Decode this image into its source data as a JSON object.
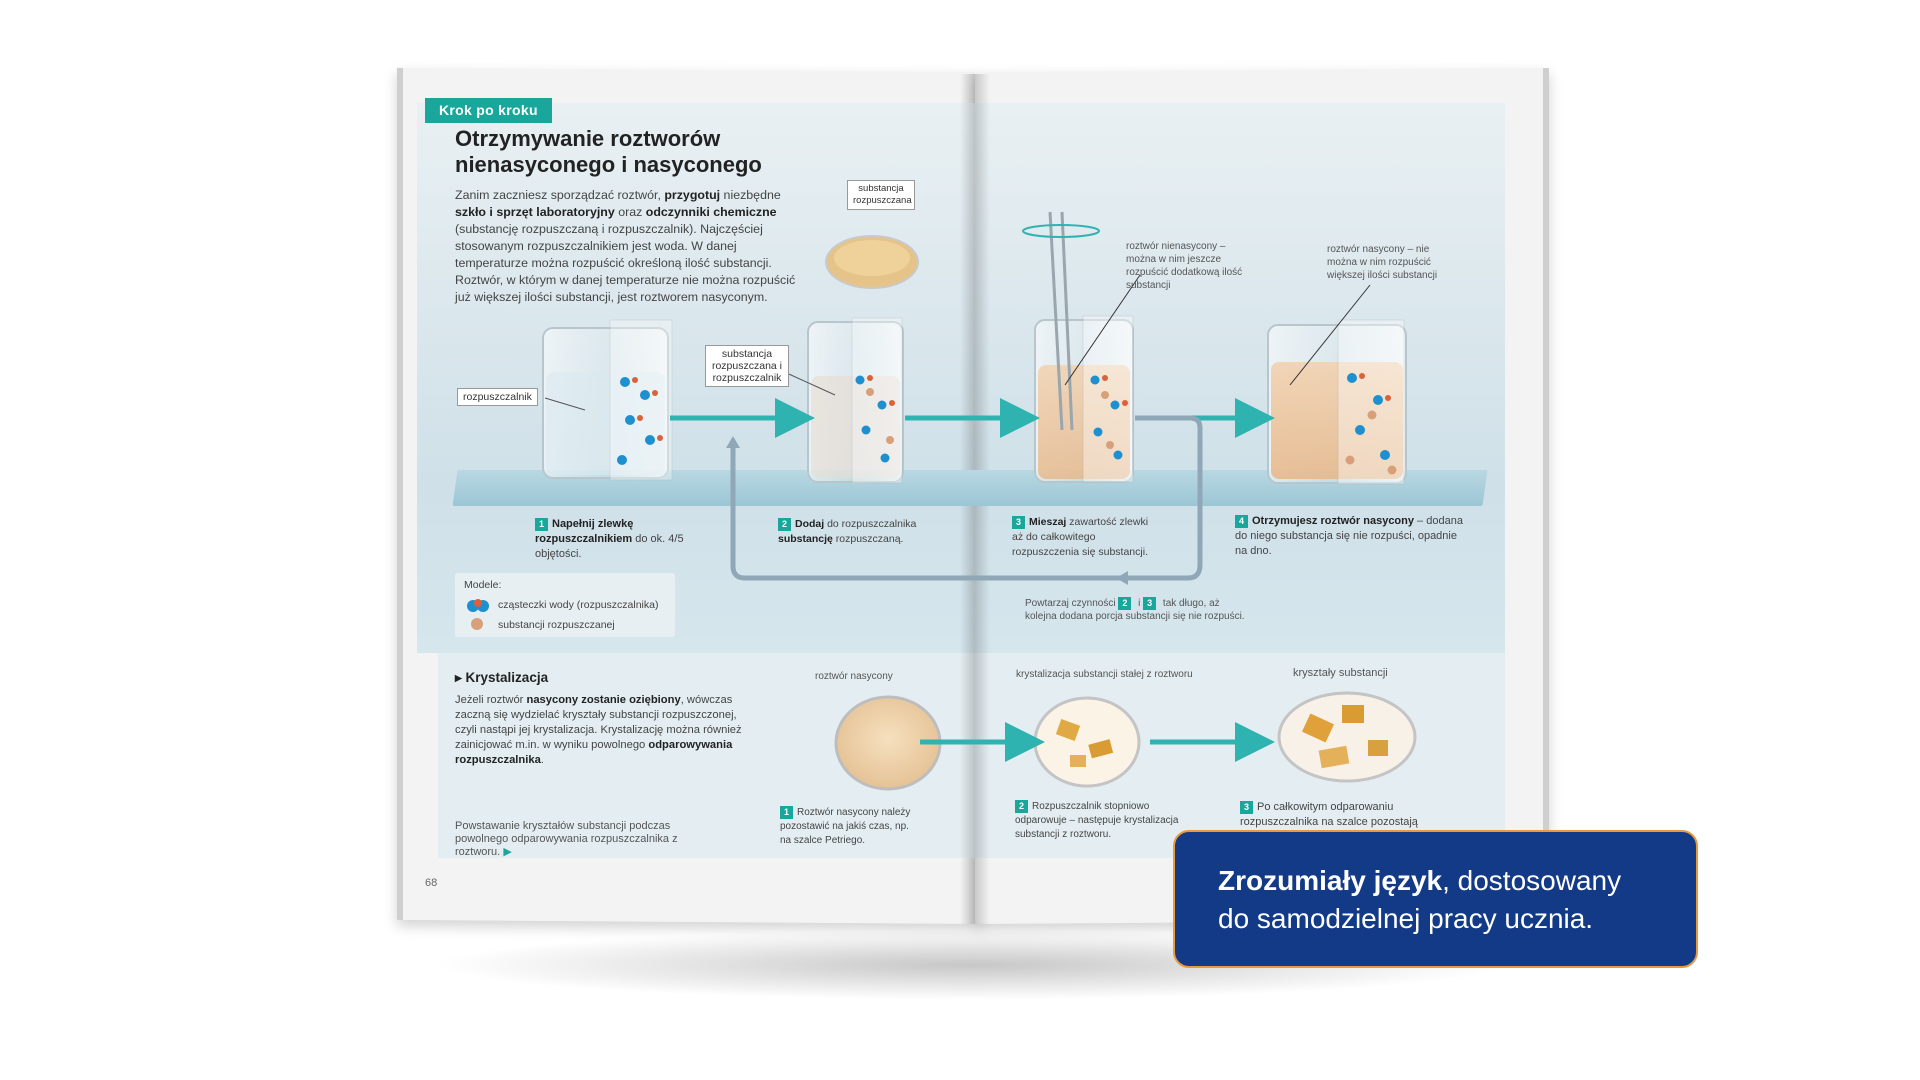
{
  "book": {
    "tag": "Krok po kroku",
    "title": "Otrzymywanie roztworów nienasyconego i nasyconego",
    "intro": {
      "p1": "Zanim zaczniesz sporządzać roztwór, ",
      "b1": "przygotuj",
      "p2": " niezbędne ",
      "b2": "szkło i sprzęt laboratoryjny",
      "p3": " oraz ",
      "b3": "odczynniki chemiczne",
      "p4": " (substancję rozpuszczaną i rozpuszczalnik). Najczęściej stosowanym rozpuszczalnikiem jest woda. W danej temperaturze można rozpuścić określoną ilość substancji. Roztwór, w którym w danej temperaturze nie można rozpuścić już większej ilości substancji, jest roztworem nasyconym."
    },
    "labels": {
      "solvent": "rozpuszczalnik",
      "solute": "substancja rozpuszczana",
      "solute_and_solvent": "substancja rozpuszczana i rozpuszczalnik",
      "unsaturated": "roztwór nienasycony – można w nim jeszcze rozpuścić dodatkową ilość substancji",
      "saturated": "roztwór nasycony – nie można w nim rozpuścić większej ilości substancji"
    },
    "steps": [
      {
        "n": "1",
        "bold": "Napełnij zlewkę rozpuszczalnikiem",
        "text": " do ok. ",
        "frac": "4/5",
        "tail": " objętości."
      },
      {
        "n": "2",
        "bold": "Dodaj",
        "text": " do rozpuszczalnika ",
        "bold2": "substancję",
        "tail": " rozpuszczaną."
      },
      {
        "n": "3",
        "bold": "Mieszaj",
        "text": " zawartość zlewki aż do całkowitego rozpuszczenia się substancji."
      },
      {
        "n": "4",
        "bold": "Otrzymujesz roztwór nasycony",
        "text": " – dodana do niego substancja się nie rozpuści, opadnie na dno."
      }
    ],
    "repeat": {
      "a": "Powtarzaj czynności ",
      "n1": "2",
      "mid": " i ",
      "n2": "3",
      "b": " tak długo, aż kolejna dodana porcja substancji się nie rozpuści."
    },
    "legend": {
      "title": "Modele:",
      "water": "cząsteczki wody (rozpuszczalnika)",
      "substance": "substancji rozpuszczanej"
    },
    "crystallization": {
      "title": "Krystalizacja",
      "t1": "Jeżeli roztwór ",
      "b1": "nasycony zostanie oziębiony",
      "t2": ", wówczas zaczną się wydzielać kryształy substancji rozpuszczonej, czyli nastąpi jej krystalizacja. Krystalizację można również zainicjować m.in. w wyniku powolnego ",
      "b2": "odparowywania rozpuszczalnika",
      "t3": ".",
      "video": "Powstawanie kryształów substancji podczas powolnego odparowywania rozpuszczalnika z roztworu.",
      "dish1_label": "roztwór nasycony",
      "dish2_label": "krystalizacja substancji stałej z roztworu",
      "dish3_label": "kryształy substancji",
      "step1": "Roztwór nasycony należy pozostawić na jakiś czas, np. na szalce Petriego.",
      "step2": "Rozpuszczalnik stopniowo odparowuje – następuje krystalizacja substancji z roztworu.",
      "step3": "Po całkowitym odparowaniu rozpuszczalnika na szalce pozostają"
    },
    "page_number": "68"
  },
  "callout": {
    "bold": "Zrozumiały język",
    "rest": ", dostosowany do samodzielnej pracy ucznia."
  },
  "colors": {
    "accent": "#1aa79b",
    "callout_bg": "#133a86",
    "callout_border": "#e79a3e"
  }
}
